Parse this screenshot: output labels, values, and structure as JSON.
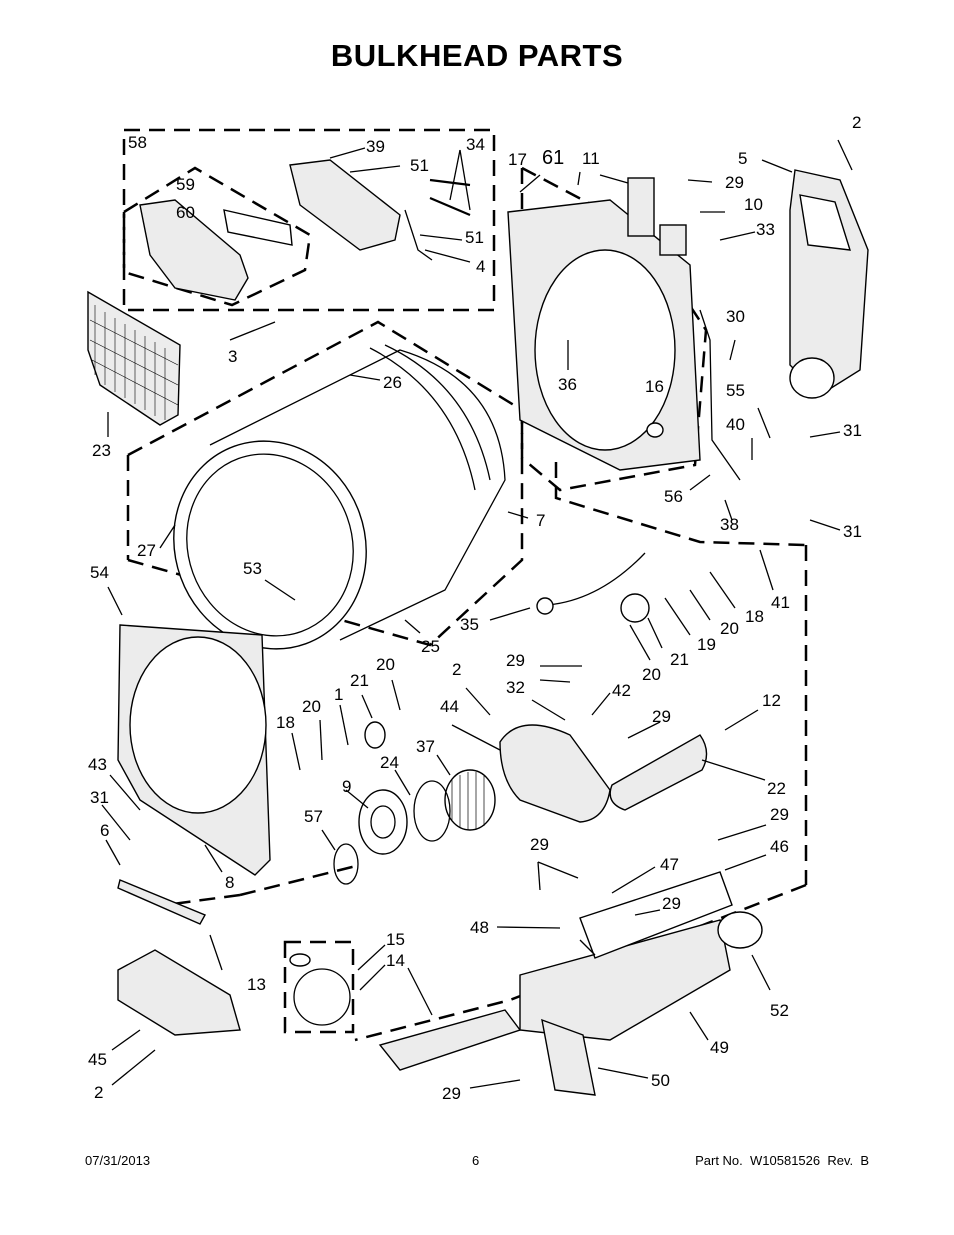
{
  "title": "BULKHEAD PARTS",
  "footer": {
    "date": "07/31/2013",
    "page": "6",
    "part_number": "Part No.  W10581526  Rev.  B"
  },
  "callouts": [
    "58",
    "39",
    "34",
    "51",
    "59",
    "60",
    "51",
    "4",
    "3",
    "17",
    "61",
    "11",
    "29",
    "5",
    "2",
    "10",
    "33",
    "30",
    "36",
    "16",
    "55",
    "40",
    "31",
    "26",
    "23",
    "27",
    "7",
    "56",
    "38",
    "31",
    "53",
    "54",
    "25",
    "35",
    "41",
    "18",
    "20",
    "19",
    "21",
    "20",
    "20",
    "21",
    "2",
    "29",
    "32",
    "42",
    "1",
    "18",
    "20",
    "44",
    "29",
    "12",
    "37",
    "24",
    "9",
    "43",
    "31",
    "6",
    "57",
    "8",
    "22",
    "29",
    "46",
    "47",
    "29",
    "48",
    "29",
    "13",
    "15",
    "14",
    "52",
    "49",
    "45",
    "50",
    "2",
    "29"
  ]
}
